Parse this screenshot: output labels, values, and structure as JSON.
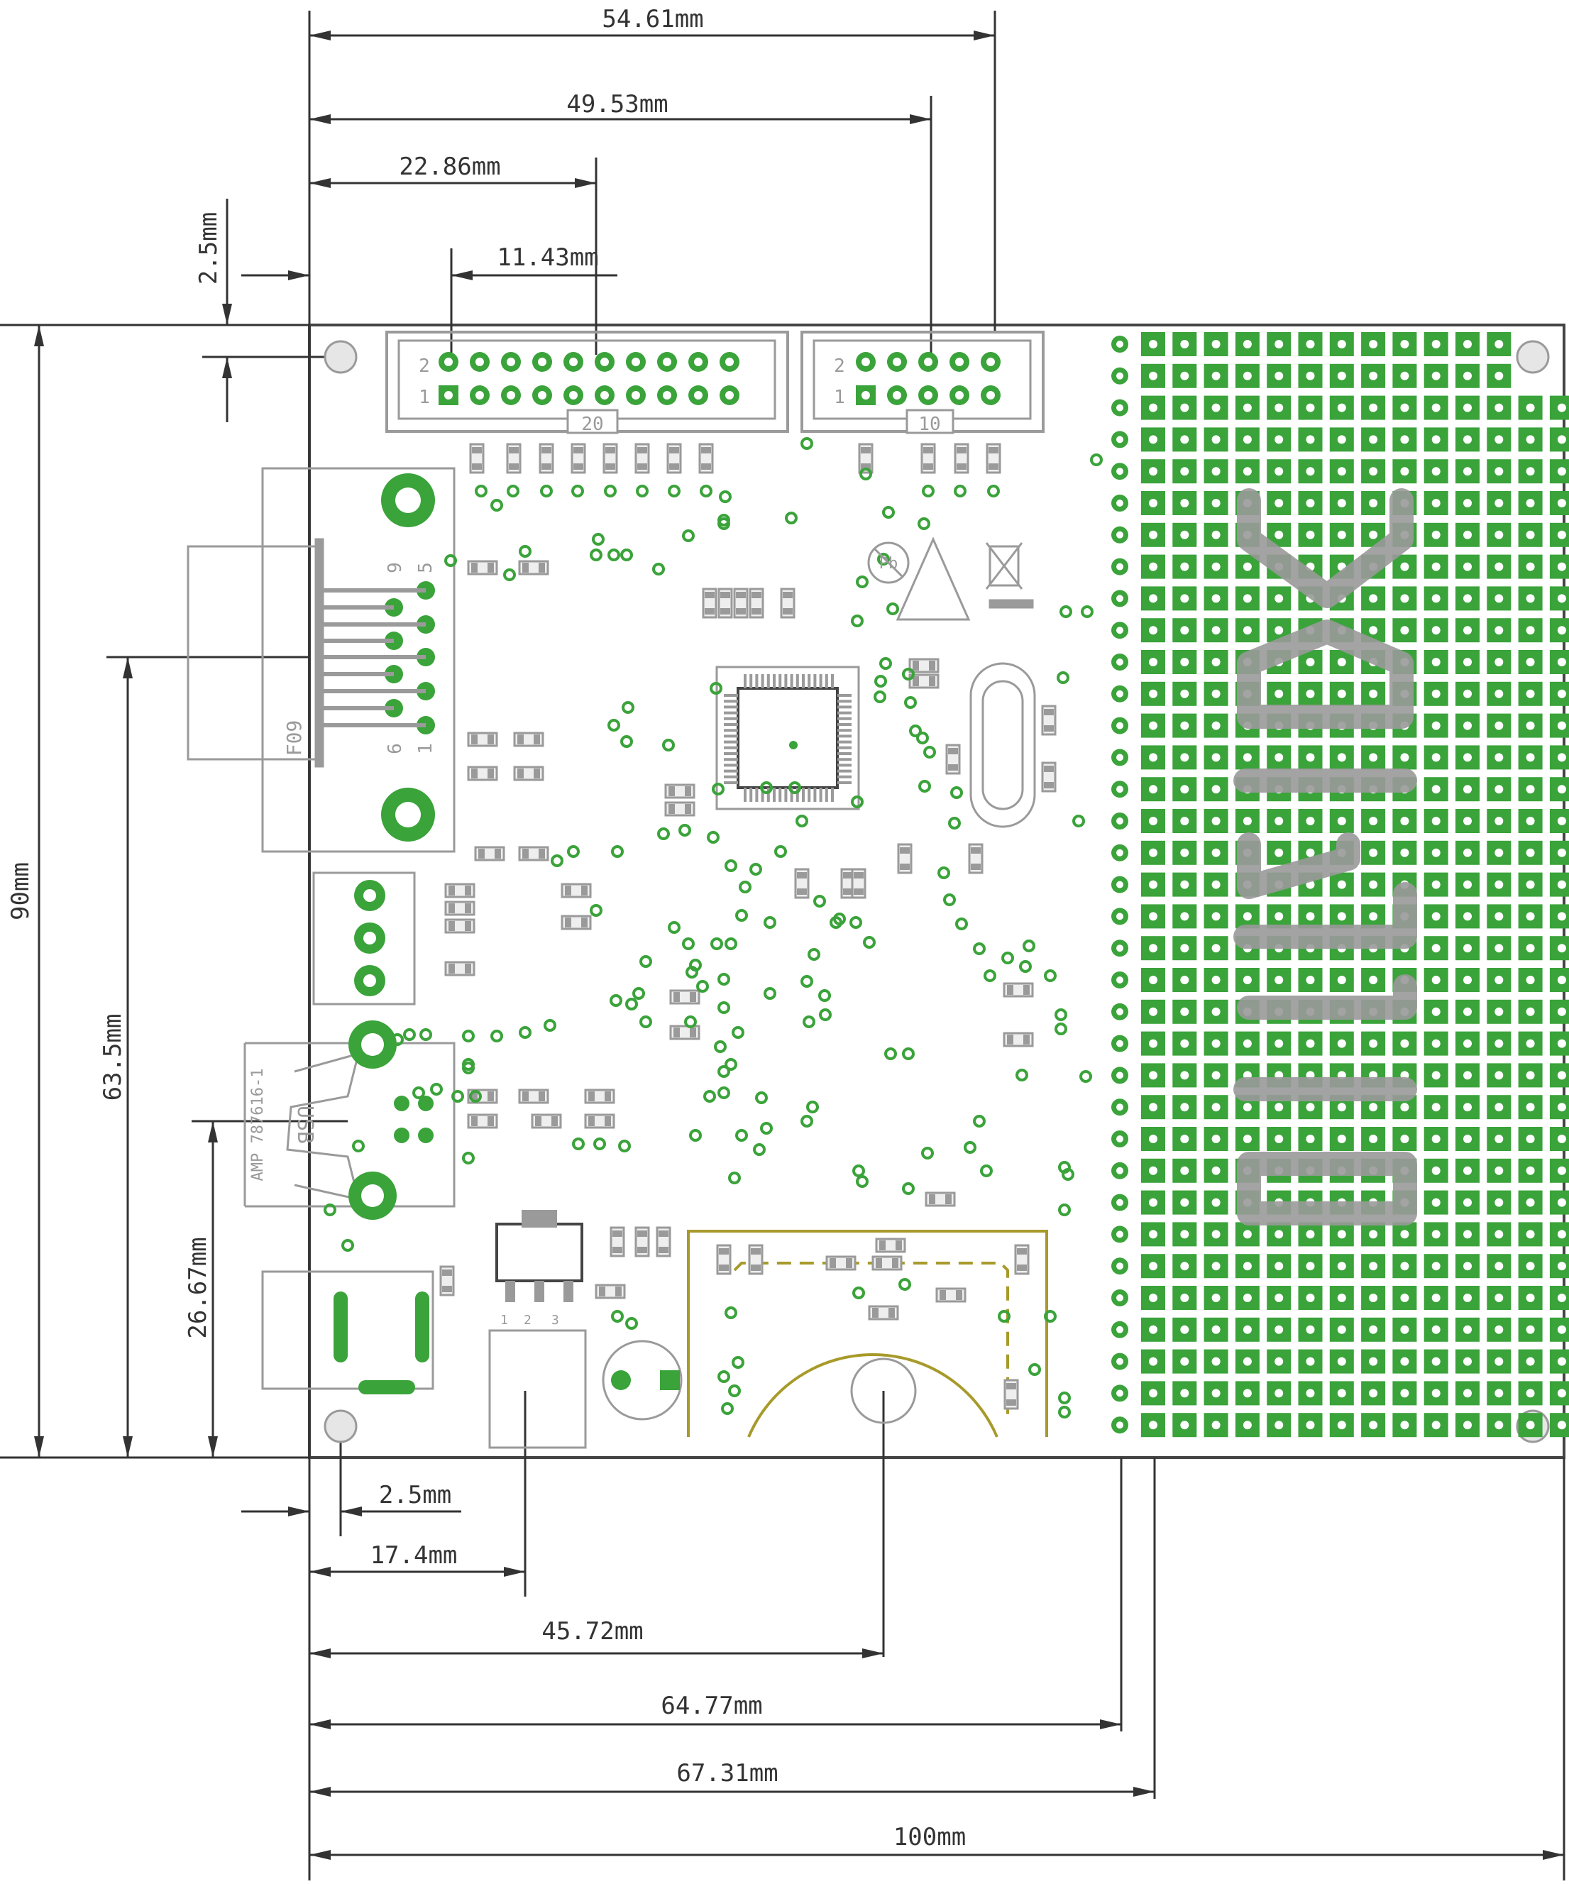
{
  "colors": {
    "pad": "#3aa33a",
    "silk": "#9a9a9a",
    "dimension": "#333333",
    "outline": "#444444",
    "accent": "#a89a2a"
  },
  "dimensions": {
    "top": [
      "54.61mm",
      "49.53mm",
      "22.86mm",
      "11.43mm"
    ],
    "left_top": "2.5mm",
    "left": [
      "90mm",
      "63.5mm",
      "26.67mm"
    ],
    "bottom": [
      "2.5mm",
      "17.4mm",
      "45.72mm",
      "64.77mm",
      "67.31mm",
      "100mm"
    ]
  },
  "labels": {
    "header_20_pin1": "1",
    "header_20_pin2": "2",
    "header_20": "20",
    "header_10_pin1": "1",
    "header_10_pin2": "2",
    "header_10": "10",
    "dsub_9": "9",
    "dsub_5": "5",
    "dsub_6": "6",
    "dsub_1": "1",
    "dsub_name": "F09",
    "usb_name": "USB",
    "usb_part": "AMP 787616-1",
    "pb_symbol": "Pb",
    "reg_1": "1",
    "reg_2": "2",
    "reg_3": "3"
  }
}
